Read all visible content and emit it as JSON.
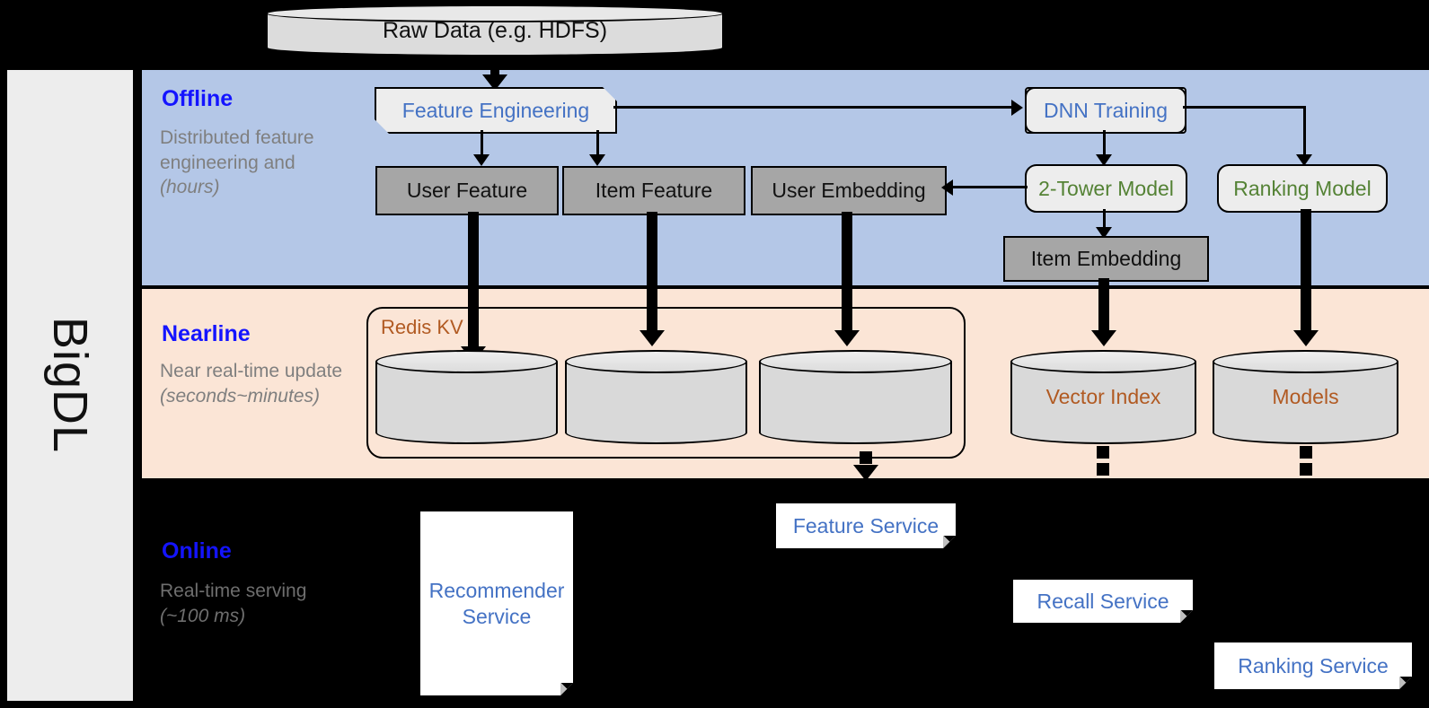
{
  "framework": {
    "label": "BigDL"
  },
  "source": {
    "label": "Raw Data (e.g. HDFS)"
  },
  "bands": [
    {
      "id": "offline",
      "title": "Offline",
      "subtitle": "Distributed feature engineering and ",
      "subtitle_italic": "(hours)",
      "bg": "#b4c7e7"
    },
    {
      "id": "nearline",
      "title": "Nearline",
      "subtitle": "Near real-time update ",
      "subtitle_italic": "(seconds~minutes)",
      "bg": "#fbe5d6"
    },
    {
      "id": "online",
      "title": "Online",
      "subtitle": "Real-time serving ",
      "subtitle_italic": "(~100 ms)",
      "bg": "#000000"
    }
  ],
  "offline": {
    "feature_engineering": "Feature Engineering",
    "dnn_training": "DNN Training",
    "user_feature": "User Feature",
    "item_feature": "Item Feature",
    "user_embedding": "User Embedding",
    "two_tower_model": "2-Tower Model",
    "ranking_model": "Ranking Model",
    "item_embedding": "Item Embedding"
  },
  "nearline": {
    "redis_group": "Redis KV",
    "stores": [
      {
        "label": ""
      },
      {
        "label": ""
      },
      {
        "label": ""
      }
    ],
    "vector_index": "Vector Index",
    "models": "Models"
  },
  "online": {
    "recommender_service": "Recommender Service",
    "feature_service": "Feature Service",
    "recall_service": "Recall Service",
    "ranking_service": "Ranking Service"
  },
  "colors": {
    "offline_band": "#b4c7e7",
    "nearline_band": "#fbe5d6",
    "online_band": "#000000",
    "rail": "#ededed",
    "band_title": "#1414ff",
    "band_subtitle": "#7f7f7f",
    "gray_box": "#a6a6a6",
    "light_box": "#ededed",
    "blue_text": "#4472c4",
    "green_text": "#548235",
    "brown_text": "#b15a22",
    "cylinder": "#d9d9d9"
  }
}
